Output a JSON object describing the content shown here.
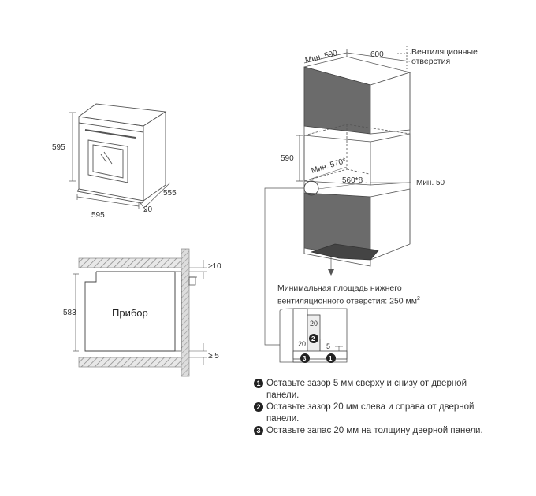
{
  "oven_view": {
    "height": "595",
    "width": "595",
    "depth": "555",
    "door": "20"
  },
  "cabinet_view": {
    "min_width": "Мин. 590",
    "width": "600",
    "vent_label": "Вентиляционные отверстия",
    "niche_height": "590",
    "min_depth": "Мин. 570*",
    "depth": "560*8",
    "min_gap": "Мин. 50",
    "vent_area_label": "Минимальная площадь нижнего вентиляционного отверстия: 250 мм",
    "vent_area_sup": "2"
  },
  "section_view": {
    "appliance_label": "Прибор",
    "height": "583",
    "gap_top": "≥10",
    "gap_bottom": "≥ 5"
  },
  "detail_view": {
    "dim_20_top": "20",
    "dim_20_left": "20",
    "dim_5": "5",
    "marker_1": "1",
    "marker_2": "2",
    "marker_3": "3"
  },
  "notes": [
    {
      "num": "1",
      "text": "Оставьте зазор 5 мм сверху и снизу от дверной панели."
    },
    {
      "num": "2",
      "text": "Оставьте зазор 20 мм слева и справа от дверной панели."
    },
    {
      "num": "3",
      "text": "Оставьте запас 20 мм на толщину дверной панели."
    }
  ]
}
